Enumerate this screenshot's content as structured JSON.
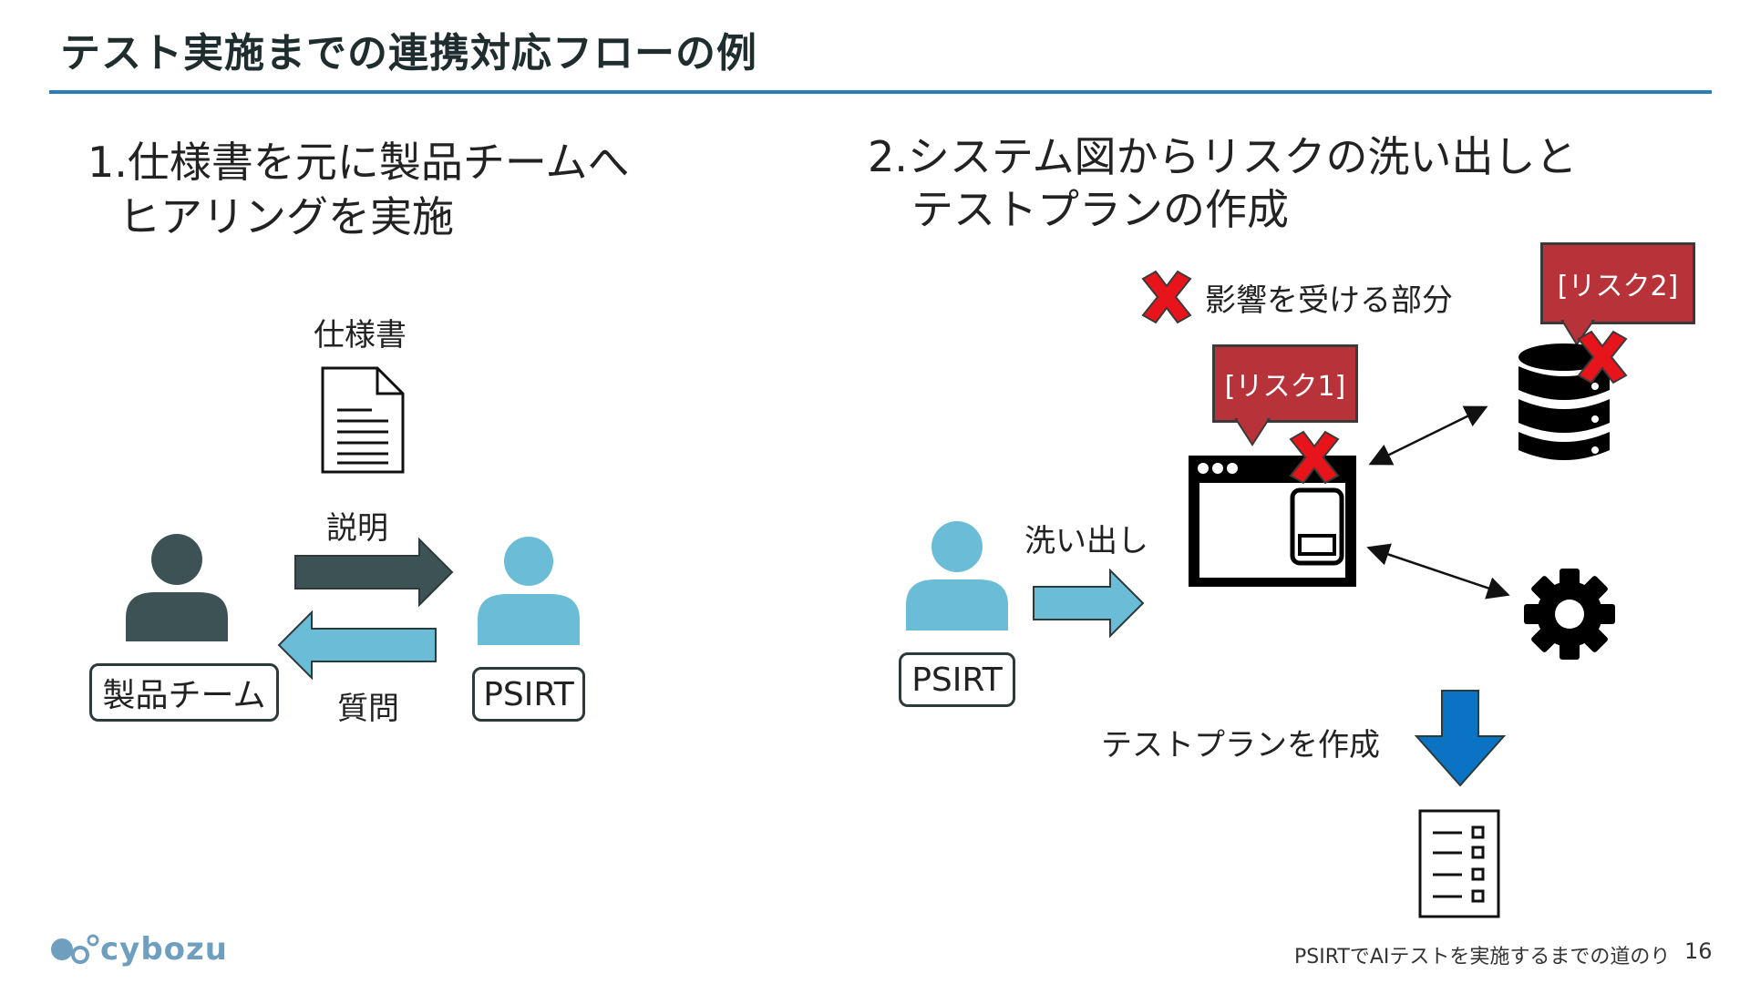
{
  "title": "テスト実施までの連携対応フローの例",
  "left": {
    "heading_line1": "1.仕様書を元に製品チームへ",
    "heading_line2": "ヒアリングを実施",
    "doc_label": "仕様書",
    "explain_label": "説明",
    "question_label": "質問",
    "team_label": "製品チーム",
    "psirt_label": "PSIRT"
  },
  "right": {
    "heading_line1": "2.システム図からリスクの洗い出しと",
    "heading_line2": "テストプランの作成",
    "legend_label": "影響を受ける部分",
    "risk1": "[リスク1]",
    "risk2": "[リスク2]",
    "extract_label": "洗い出し",
    "psirt_label": "PSIRT",
    "testplan_label": "テストプランを作成"
  },
  "footer": {
    "logo": "cybozu",
    "text": "PSIRTでAIテストを実施するまでの道のり",
    "page": "16"
  },
  "colors": {
    "dark_slate": "#3d5255",
    "light_blue": "#6bbcd6",
    "risk_red": "#b8323a",
    "cross_red": "#e8141b",
    "down_arrow_blue": "#0b73c4",
    "title_rule": "#2a7fb6"
  }
}
